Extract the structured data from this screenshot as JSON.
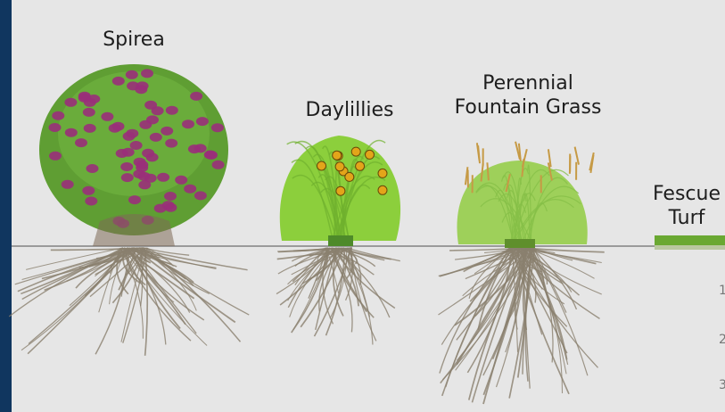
{
  "colors": {
    "background": "#e6e6e6",
    "frame_edge": "#10365f",
    "ground_line": "#9a9a9a",
    "root": "#8a7f6e",
    "spirea_leaf": "#5f9e33",
    "spirea_flower": "#9a2f7a",
    "daylily_leaf": "#8ccf3c",
    "daylily_flower": "#e3a51a",
    "grass_leaf": "#9ed05a",
    "grass_plume": "#c69a45",
    "turf": "#6aa832"
  },
  "plants": [
    {
      "id": "spirea",
      "label_lines": [
        "Spirea"
      ]
    },
    {
      "id": "daylilies",
      "label_lines": [
        "Daylillies"
      ]
    },
    {
      "id": "fountain-grass",
      "label_lines": [
        "Perennial",
        "Fountain Grass"
      ]
    },
    {
      "id": "fescue",
      "label_lines": [
        "Fescue",
        "Turf"
      ]
    }
  ]
}
